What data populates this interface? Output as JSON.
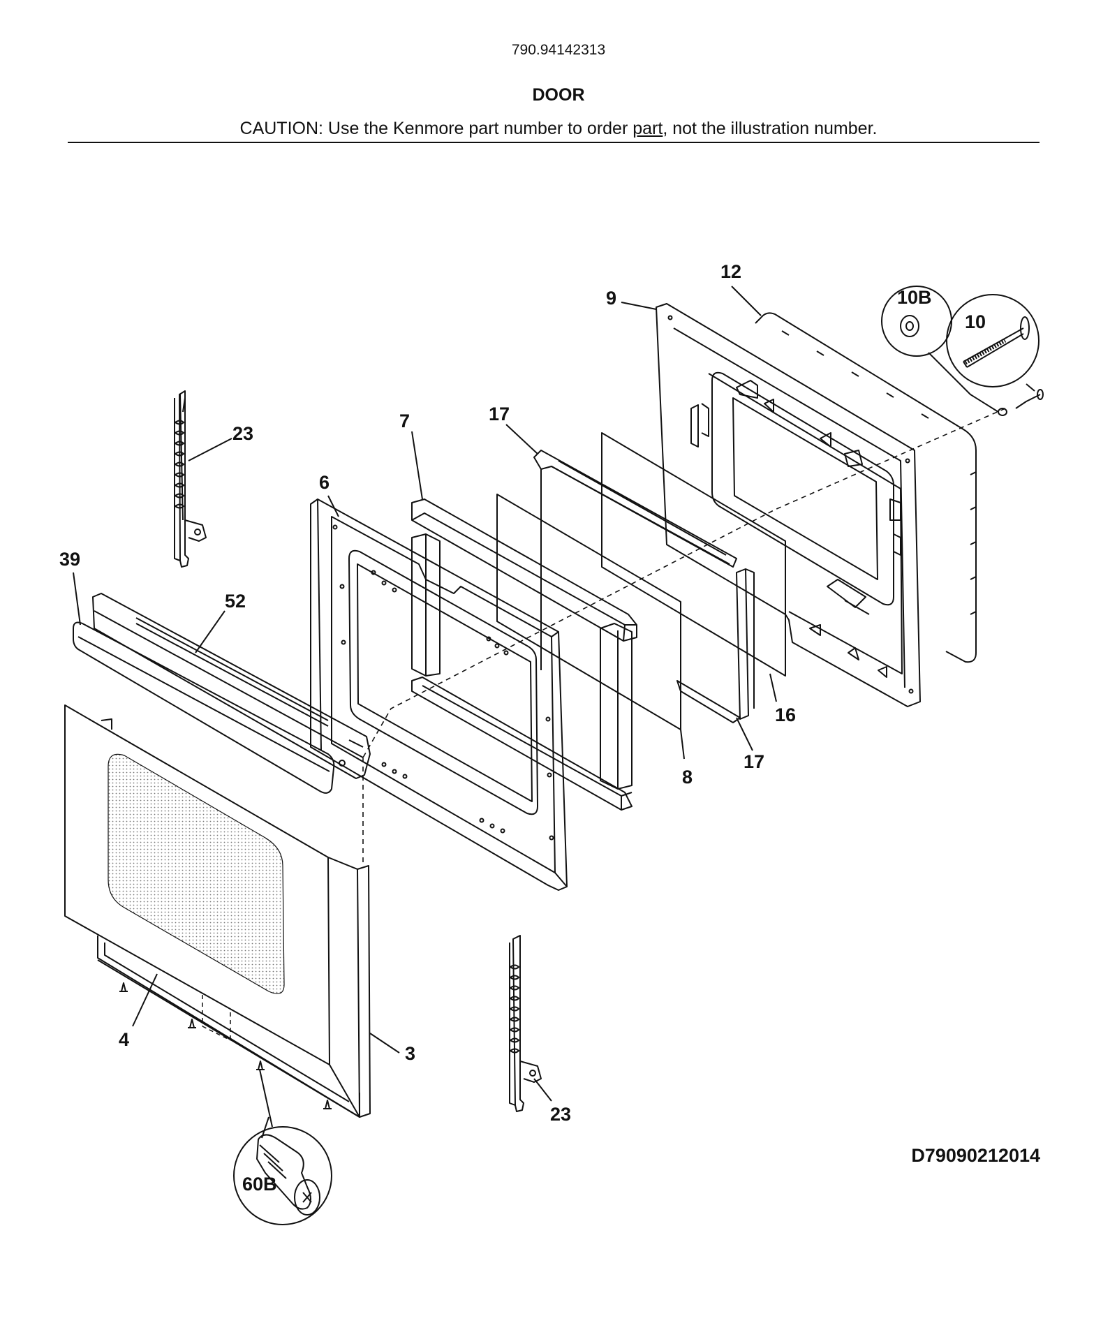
{
  "header": {
    "model_number": "790.94142313",
    "title": "DOOR",
    "caution_prefix": "CAUTION: Use the Kenmore part number to order ",
    "caution_link": "part",
    "caution_suffix": ", not the illustration number."
  },
  "callouts": {
    "c12": "12",
    "c9": "9",
    "c10b": "10B",
    "c10": "10",
    "c23_top": "23",
    "c7": "7",
    "c17_top": "17",
    "c6": "6",
    "c39": "39",
    "c52": "52",
    "c16": "16",
    "c17_bottom": "17",
    "c8": "8",
    "c4": "4",
    "c3": "3",
    "c23_bottom": "23",
    "c60b": "60B"
  },
  "diagram_code": "D79090212014"
}
